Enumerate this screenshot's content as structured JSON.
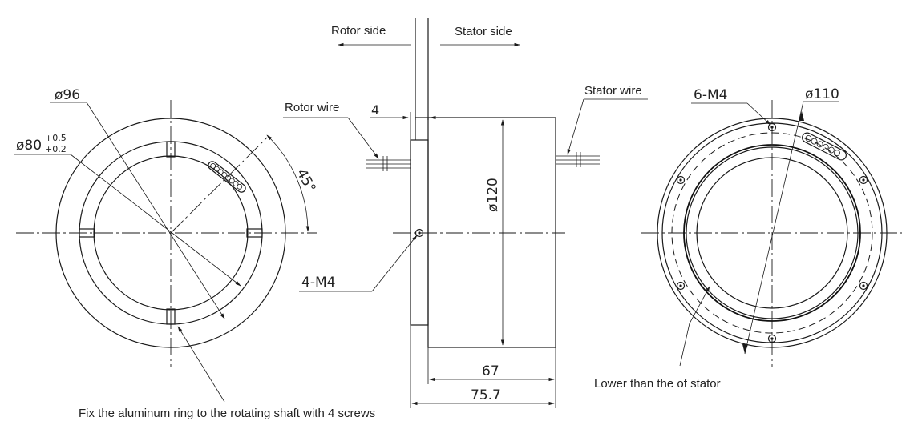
{
  "labels": {
    "rotor_side": "Rotor side",
    "stator_side": "Stator side",
    "rotor_wire": "Rotor wire",
    "stator_wire": "Stator wire",
    "fix_note": "Fix the aluminum ring to the rotating shaft with 4 screws",
    "lower_note": "Lower than the of stator"
  },
  "dimensions": {
    "d96": "ø96",
    "d80": "ø80",
    "d80_tol_upper": "+0.5",
    "d80_tol_lower": "+0.2",
    "angle45": "45°",
    "thread_4m4": "4-M4",
    "thread_6m4": "6-M4",
    "d110": "ø110",
    "d120": "ø120",
    "flange4": "4",
    "len67": "67",
    "len75_7": "75.7"
  },
  "colors": {
    "line": "#1a1a1a",
    "background": "#ffffff"
  }
}
